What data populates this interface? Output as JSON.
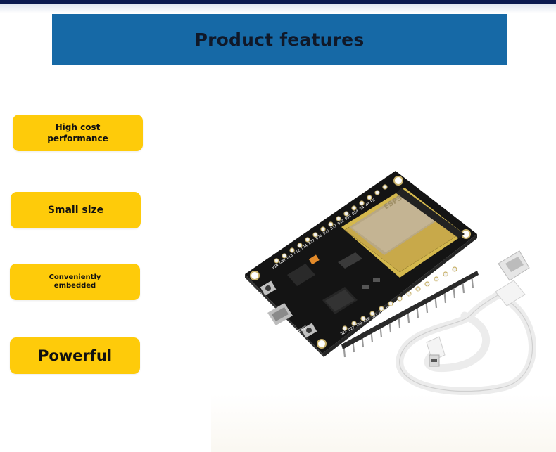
{
  "header": {
    "title": "Product features"
  },
  "features": {
    "items": [
      {
        "label": "High cost performance"
      },
      {
        "label": "Small size"
      },
      {
        "label": "Conveniently embedded"
      },
      {
        "label": "Powerful"
      }
    ]
  },
  "product": {
    "board_silkscreen_left": "VIN GND D13 D12 D14 D27 D26 D25 D33 D32 D35 D34 VN VP EN",
    "board_silkscreen_right": "D23 D22 TX0 RX0 D21 D19 D18 D5 TX2 RX2 D4 D2 D15 GND 3V3",
    "button_labels": [
      "EN",
      "BOOT"
    ],
    "module_label": "ESP32"
  },
  "colors": {
    "top_bar": "#0c1a4f",
    "banner": "#1669a6",
    "feature_badge": "#fecb0a",
    "board": "#1b1b1b",
    "module_shield": "#b9a77f"
  }
}
